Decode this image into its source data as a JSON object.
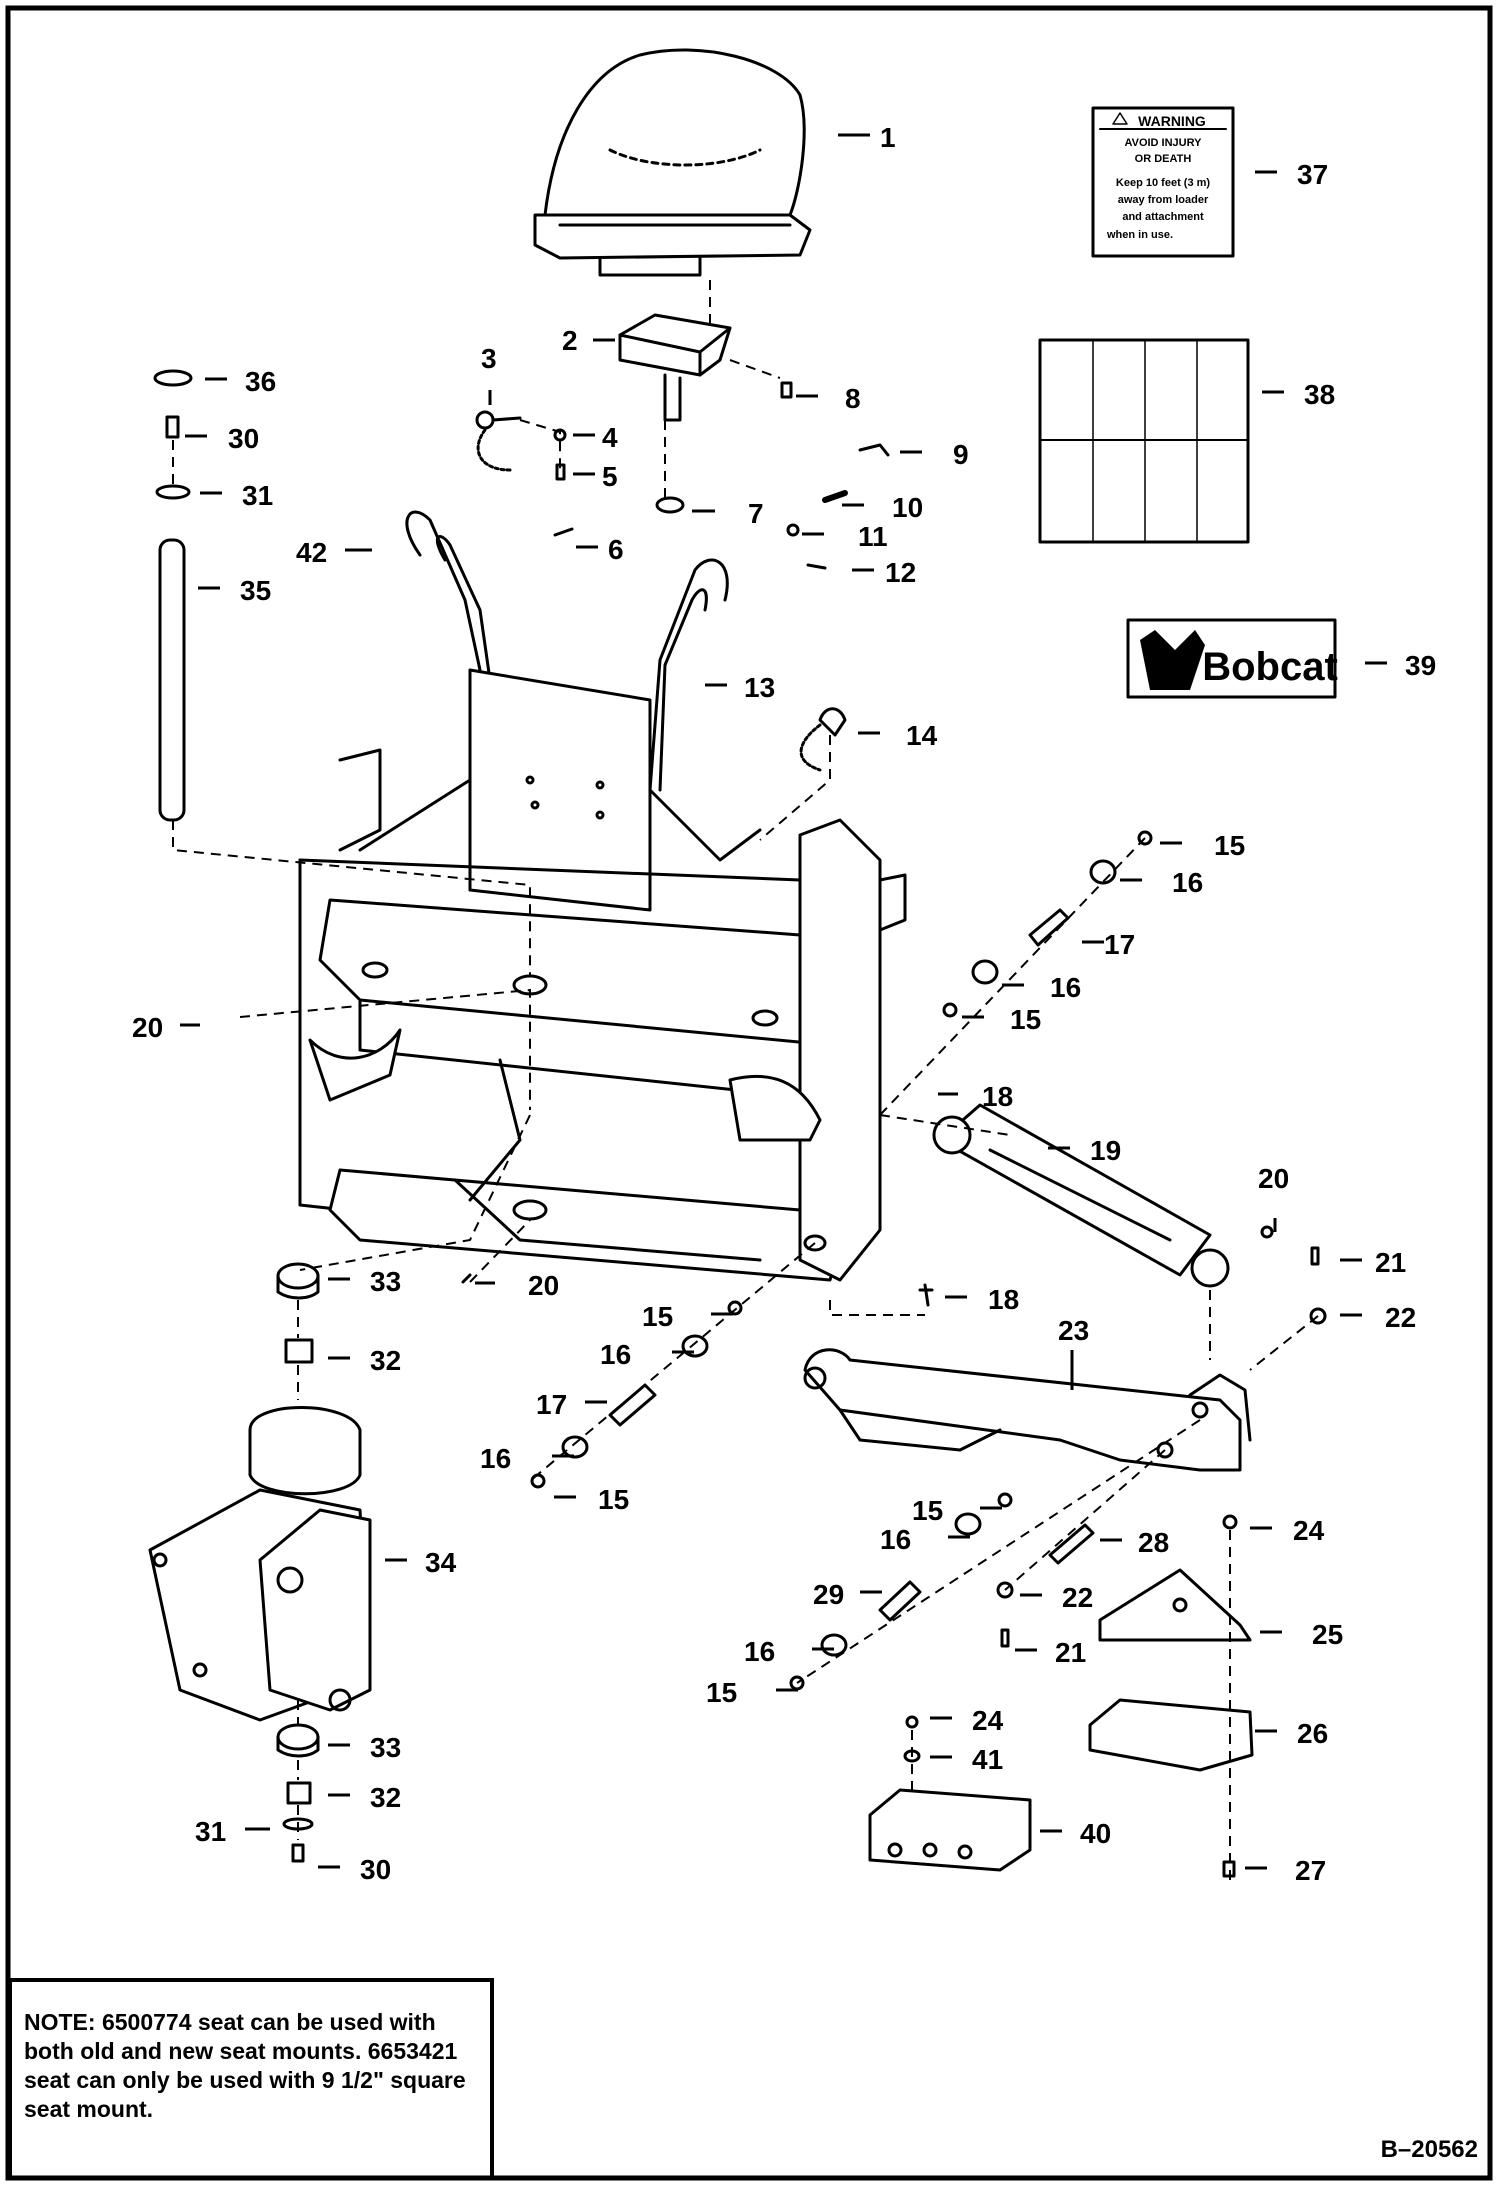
{
  "diagram": {
    "drawing_number": "B–20562",
    "note": {
      "lead": "NOTE:",
      "text": "6500774 seat can be used with both old and new seat mounts. 6653421 seat can only be used with 9 1/2\" square seat mount."
    },
    "warning_decal": {
      "header": "WARNING",
      "line1": "AVOID INJURY",
      "line2": "OR DEATH",
      "body": [
        "Keep 10 feet (3 m)",
        "away  from  loader",
        "and    attachment",
        "when in use."
      ]
    },
    "logo_text": "Bobcat",
    "callouts": [
      {
        "id": "c1",
        "label": "1"
      },
      {
        "id": "c2",
        "label": "2"
      },
      {
        "id": "c3",
        "label": "3"
      },
      {
        "id": "c4",
        "label": "4"
      },
      {
        "id": "c5",
        "label": "5"
      },
      {
        "id": "c6",
        "label": "6"
      },
      {
        "id": "c7",
        "label": "7"
      },
      {
        "id": "c8",
        "label": "8"
      },
      {
        "id": "c9",
        "label": "9"
      },
      {
        "id": "c10",
        "label": "10"
      },
      {
        "id": "c11",
        "label": "11"
      },
      {
        "id": "c12",
        "label": "12"
      },
      {
        "id": "c13",
        "label": "13"
      },
      {
        "id": "c14",
        "label": "14"
      },
      {
        "id": "c15a",
        "label": "15"
      },
      {
        "id": "c16a",
        "label": "16"
      },
      {
        "id": "c17a",
        "label": "17"
      },
      {
        "id": "c16b",
        "label": "16"
      },
      {
        "id": "c15b",
        "label": "15"
      },
      {
        "id": "c18a",
        "label": "18"
      },
      {
        "id": "c19",
        "label": "19"
      },
      {
        "id": "c20a",
        "label": "20"
      },
      {
        "id": "c20b",
        "label": "20"
      },
      {
        "id": "c20c",
        "label": "20"
      },
      {
        "id": "c21a",
        "label": "21"
      },
      {
        "id": "c22a",
        "label": "22"
      },
      {
        "id": "c18b",
        "label": "18"
      },
      {
        "id": "c15c",
        "label": "15"
      },
      {
        "id": "c16c",
        "label": "16"
      },
      {
        "id": "c17b",
        "label": "17"
      },
      {
        "id": "c16d",
        "label": "16"
      },
      {
        "id": "c15d",
        "label": "15"
      },
      {
        "id": "c23",
        "label": "23"
      },
      {
        "id": "c15e",
        "label": "15"
      },
      {
        "id": "c16e",
        "label": "16"
      },
      {
        "id": "c28",
        "label": "28"
      },
      {
        "id": "c24a",
        "label": "24"
      },
      {
        "id": "c29",
        "label": "29"
      },
      {
        "id": "c22b",
        "label": "22"
      },
      {
        "id": "c25",
        "label": "25"
      },
      {
        "id": "c21b",
        "label": "21"
      },
      {
        "id": "c16f",
        "label": "16"
      },
      {
        "id": "c15f",
        "label": "15"
      },
      {
        "id": "c24b",
        "label": "24"
      },
      {
        "id": "c26",
        "label": "26"
      },
      {
        "id": "c41",
        "label": "41"
      },
      {
        "id": "c40",
        "label": "40"
      },
      {
        "id": "c27",
        "label": "27"
      },
      {
        "id": "c33a",
        "label": "33"
      },
      {
        "id": "c32a",
        "label": "32"
      },
      {
        "id": "c34",
        "label": "34"
      },
      {
        "id": "c33b",
        "label": "33"
      },
      {
        "id": "c32b",
        "label": "32"
      },
      {
        "id": "c31b",
        "label": "31"
      },
      {
        "id": "c30b",
        "label": "30"
      },
      {
        "id": "c36",
        "label": "36"
      },
      {
        "id": "c30a",
        "label": "30"
      },
      {
        "id": "c31a",
        "label": "31"
      },
      {
        "id": "c35",
        "label": "35"
      },
      {
        "id": "c42",
        "label": "42"
      },
      {
        "id": "c37",
        "label": "37"
      },
      {
        "id": "c38",
        "label": "38"
      },
      {
        "id": "c39",
        "label": "39"
      }
    ]
  }
}
